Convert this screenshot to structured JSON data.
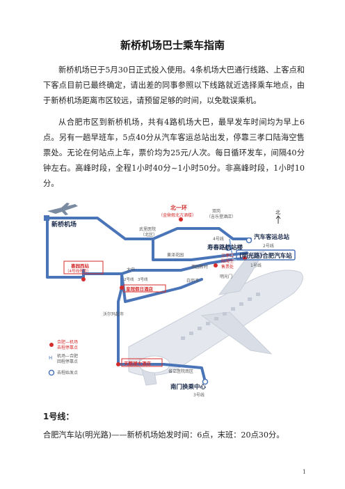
{
  "doc": {
    "title": "新桥机场巴士乘车指南",
    "paragraphs": [
      "新桥机场已于5月30日正式投入使用。4条机场大巴通行线路、上客点和下客点目前已最终确定，请出差的同事参照以下线路就近选择乘车地点，由于新桥机场距离市区较远，请预留足够的时间，以免耽误乘机。",
      "从合肥市区到新桥机场，共有4路机场大巴，最早发车时间均为早上6点。另有一趟早班车，5点40分从汽车客运总站出发，停靠三孝口陆海空售票处。无论在何站点上车，票价均为25元/人次。每日循环发车，间隔40分钟左右。高峰时段，全程1小时40分~1小时50分。非高峰时段，1小时10分。"
    ],
    "section_heading": "1号线：",
    "route_line": "合肥汽车站(明光路)——新桥机场始发时间：6点，末班：20点30分。",
    "page_number": "1"
  },
  "map": {
    "labels": {
      "airport": "新桥机场",
      "beiyihuan": "北一环",
      "jinding": "（金鼎假北方酒楼）",
      "shuanggang": "双岗",
      "shuanggang_sub": "（吉乐登酒店）",
      "wuyuan": "武里医院",
      "wuyuan_sub": "（北区）",
      "bus_station": "汽车客运总站",
      "line2": "2号线",
      "line4": "4号线",
      "shouchun": "寿春路航站楼",
      "sanxiaokou": "三孝口",
      "luhaikong": "陆海空",
      "shoupiao": "售票处",
      "mingguang": "(明光路)合肥汽车站",
      "line1": "1号线",
      "xiyuan": "西园新村",
      "huanghe": "黄泽花园",
      "xiyou": "喜园西站",
      "xiyou_sub": "（4号线停靠）",
      "dazhong": "大中",
      "line2b": "2号线",
      "line3b": "3号线",
      "gongming": "白岗冲",
      "mingguangmen": "明光门",
      "huangguan": "皇冠假日酒店",
      "woerma": "沃尔玛超市",
      "tianqin": "天鹅湖大酒店",
      "shengli": "省立医院南区",
      "nanmen": "南门换乘中心",
      "line3": "3号线",
      "north": "北",
      "legend_dep": "合肥—机场",
      "legend_dep2": "去程停靠点",
      "legend_ret": "机场—合肥",
      "legend_ret2": "回程停靠点",
      "legend_start": "去程始发点"
    },
    "colors": {
      "route": "#4a74b8",
      "route_light": "#8fb0d8",
      "stop_red": "#d42b2b",
      "label_box": "#d42b2b",
      "plane": "#e4e8ee",
      "plane_shade": "#c8ced8"
    }
  }
}
